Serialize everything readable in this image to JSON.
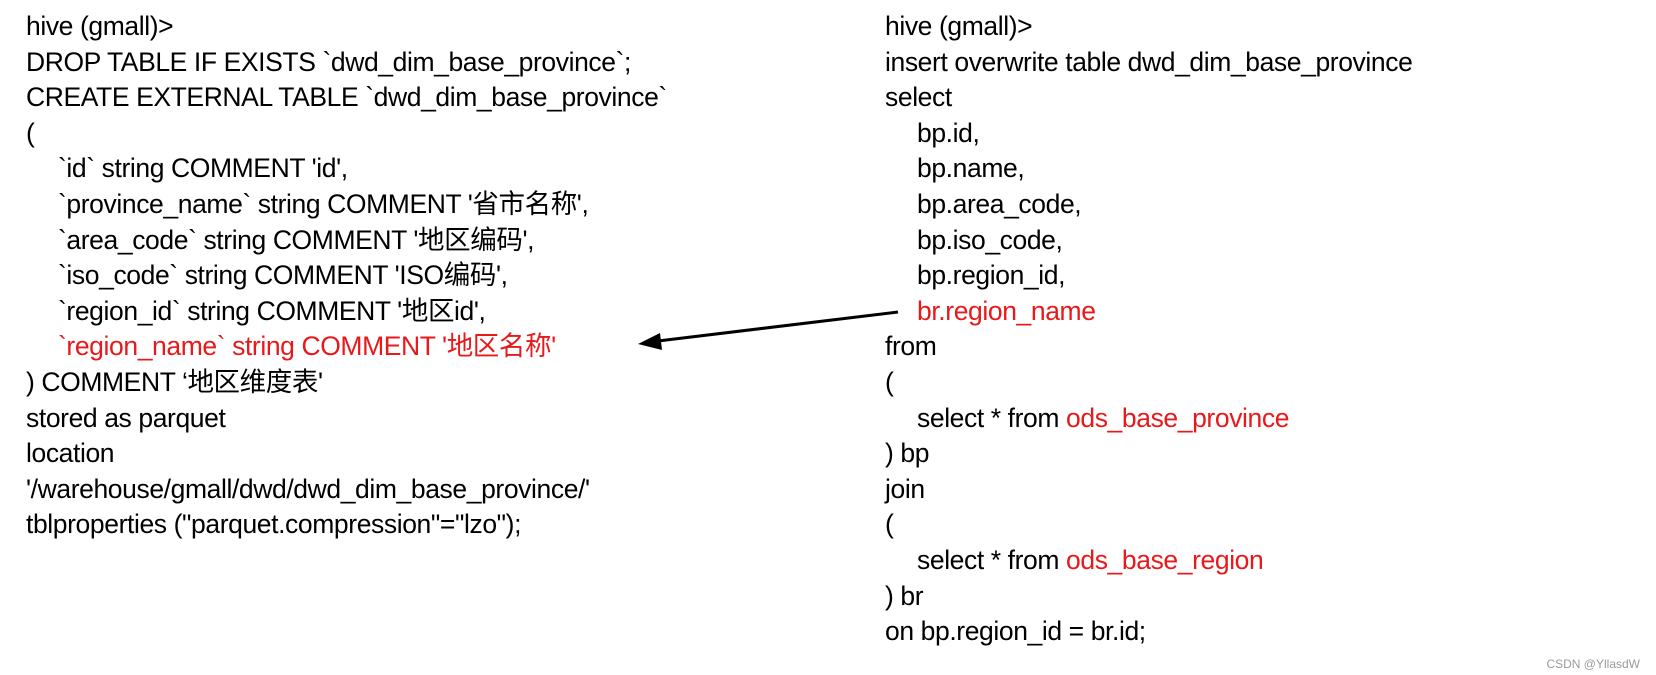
{
  "left_panel": {
    "lines": [
      "hive (gmall)>",
      "DROP TABLE IF EXISTS `dwd_dim_base_province`;",
      "CREATE EXTERNAL TABLE `dwd_dim_base_province`",
      "(",
      "`id` string COMMENT 'id',",
      "`province_name` string COMMENT '省市名称',",
      "`area_code` string COMMENT '地区编码',",
      "`iso_code` string COMMENT 'ISO编码',",
      "`region_id` string COMMENT '地区id',",
      "`region_name` string COMMENT '地区名称'",
      ") COMMENT ‘地区维度表'",
      "stored as parquet",
      "location",
      "'/warehouse/gmall/dwd/dwd_dim_base_province/'",
      "tblproperties (\"parquet.compression\"=\"lzo\");"
    ]
  },
  "right_panel": {
    "lines": [
      "hive (gmall)>",
      "insert overwrite table dwd_dim_base_province",
      "select",
      "bp.id,",
      "bp.name,",
      "bp.area_code,",
      "bp.iso_code,",
      "bp.region_id,",
      "br.region_name",
      "from",
      "(",
      "select * from ",
      "ods_base_province",
      ") bp",
      "join",
      "(",
      "select * from ",
      "ods_base_region",
      ") br",
      "on bp.region_id = br.id;"
    ]
  },
  "highlight_color": "#e8191b",
  "watermark": "CSDN @YllasdW"
}
